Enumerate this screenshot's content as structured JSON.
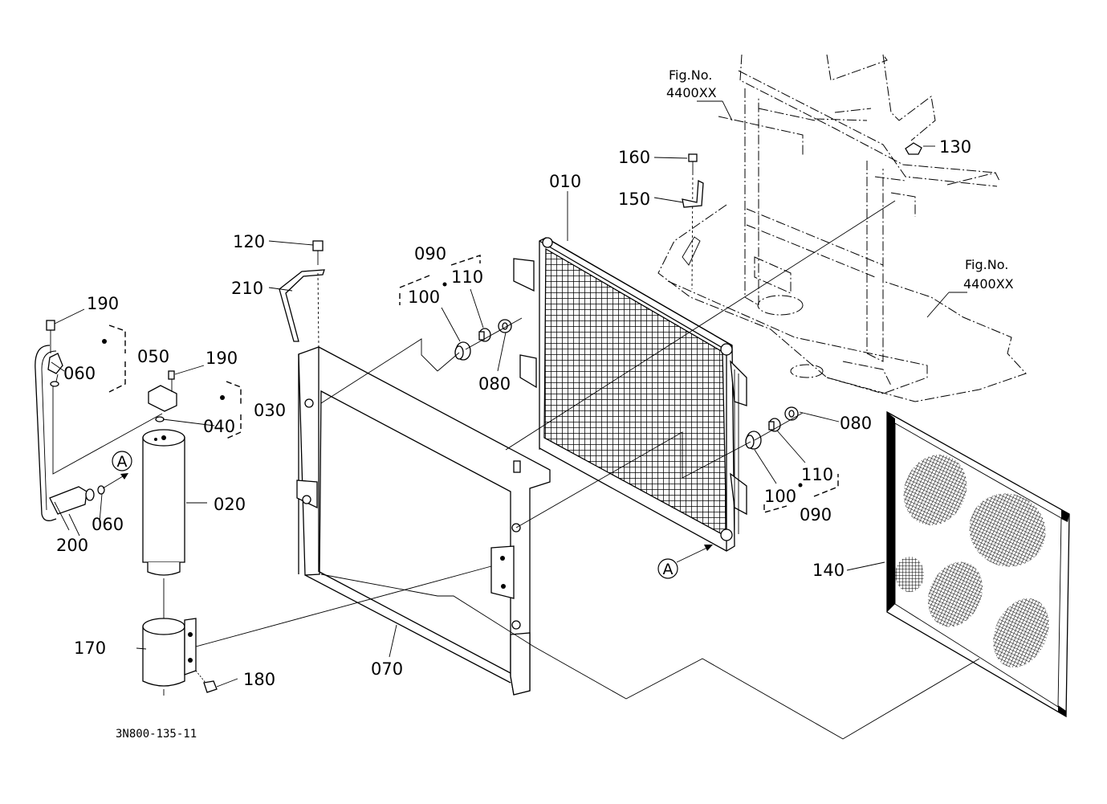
{
  "callouts": {
    "c010": "010",
    "c020": "020",
    "c030": "030",
    "c040": "040",
    "c050": "050",
    "c060a": "060",
    "c060b": "060",
    "c070": "070",
    "c080a": "080",
    "c080b": "080",
    "c090a": "090",
    "c090b": "090",
    "c100a": "100",
    "c100b": "100",
    "c110a": "110",
    "c110b": "110",
    "c120": "120",
    "c130": "130",
    "c140": "140",
    "c150": "150",
    "c160": "160",
    "c170": "170",
    "c180": "180",
    "c190a": "190",
    "c190b": "190",
    "c200": "200",
    "c210": "210"
  },
  "figure_refs": {
    "top_label": "Fig.No.",
    "top_number": "4400XX",
    "right_label": "Fig.No.",
    "right_number": "4400XX"
  },
  "connection_marks": {
    "left": "A",
    "right": "A"
  },
  "drawing_number": "3N800-135-11"
}
